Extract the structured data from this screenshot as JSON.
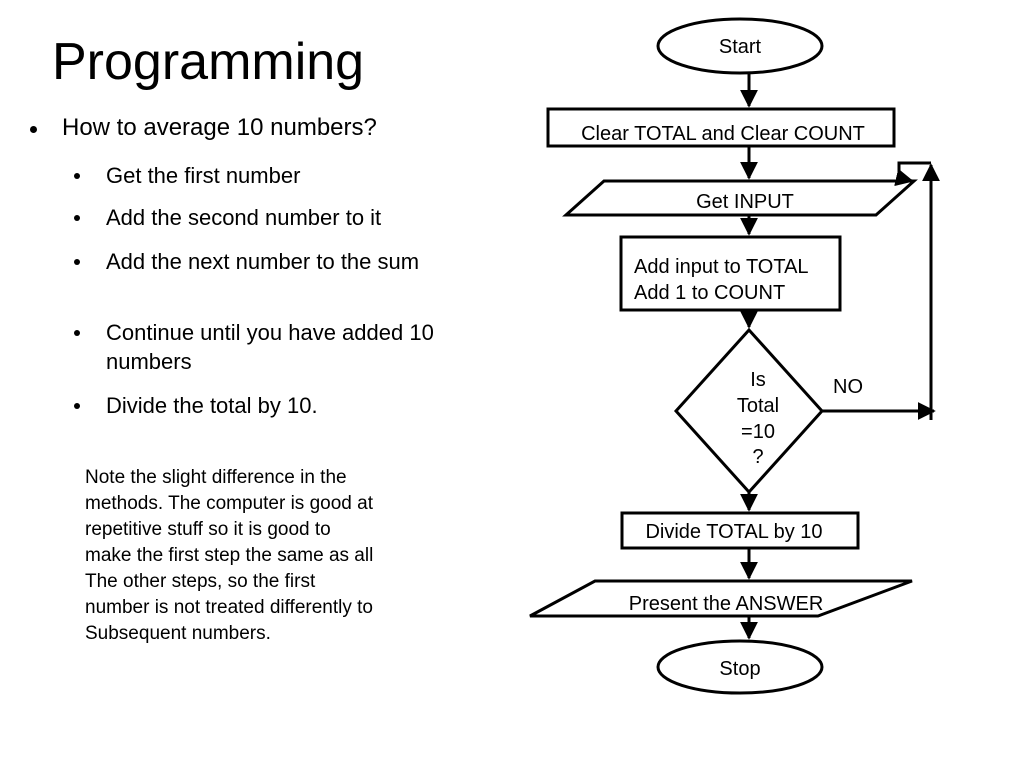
{
  "slide": {
    "title": "Programming",
    "main_bullet": "How to average 10 numbers?",
    "sub_bullets": [
      "Get the first number",
      "Add the second number to it",
      "Add the next number to the sum",
      "Continue until you have added 10 numbers",
      "Divide the total by 10."
    ],
    "note": "Note the slight difference in the\nmethods. The computer is good at\nrepetitive stuff so it is good to\nmake the first step the same as all\nThe other steps, so the first\nnumber is not treated differently to\nSubsequent numbers."
  },
  "flowchart": {
    "start": "Start",
    "clear": "Clear TOTAL and Clear COUNT",
    "get_input": "Get INPUT",
    "add_line1": "Add input to TOTAL",
    "add_line2": "Add 1 to COUNT",
    "decision_line1": "Is",
    "decision_line2": "Total",
    "decision_line3": "=10",
    "decision_line4": "?",
    "no_label": "NO",
    "divide": "Divide TOTAL by 10",
    "present": "Present the ANSWER",
    "stop": "Stop"
  }
}
